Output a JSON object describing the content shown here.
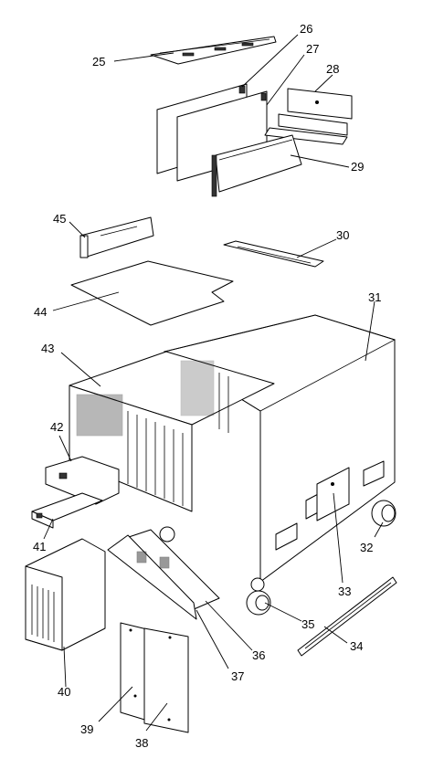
{
  "callouts": {
    "c25": "25",
    "c26": "26",
    "c27": "27",
    "c28": "28",
    "c29": "29",
    "c30": "30",
    "c31": "31",
    "c32": "32",
    "c33": "33",
    "c34": "34",
    "c35": "35",
    "c36": "36",
    "c37": "37",
    "c38": "38",
    "c39": "39",
    "c40": "40",
    "c41": "41",
    "c42": "42",
    "c43": "43",
    "c44": "44",
    "c45": "45"
  }
}
